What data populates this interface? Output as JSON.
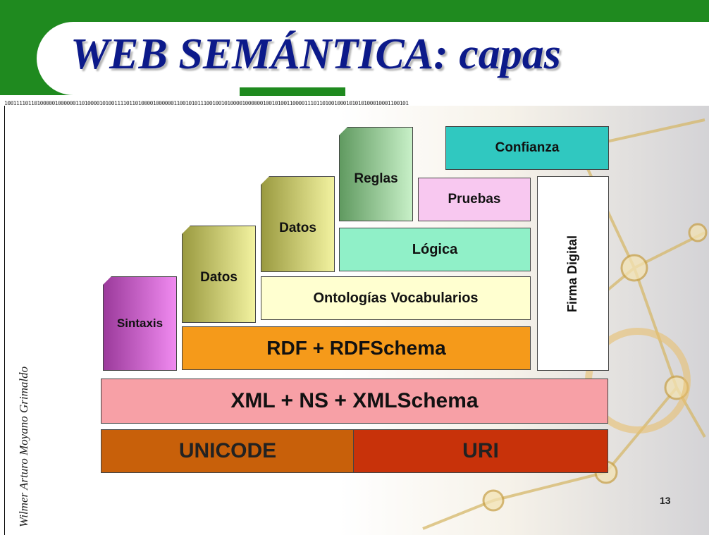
{
  "header": {
    "title": "WEB SEMÁNTICA: capas"
  },
  "binary_strip": "1001111011010000010000001101000010100111101101000010000001100101011100100101000010000001001010011000011101101001000101010100010001100101",
  "author": "Wilmer Arturo Moyano Grimaldo",
  "page_number": "13",
  "layers": {
    "unicode": "UNICODE",
    "uri": "URI",
    "xml": "XML + NS + XMLSchema",
    "rdf": "RDF + RDFSchema",
    "sintaxis": "Sintaxis",
    "datos1": "Datos",
    "ontologias": "Ontologías Vocabularios",
    "datos2": "Datos",
    "logica": "Lógica",
    "reglas": "Reglas",
    "pruebas": "Pruebas",
    "confianza": "Confianza",
    "firma": "Firma Digital"
  },
  "colors": {
    "unicode": "#c8600a",
    "uri": "#c8320a",
    "xml": "#f7a0a6",
    "rdf": "#f59a1a",
    "sintaxis": "#e070e0",
    "datos": "#eeeea0",
    "ontologias": "#ffffd0",
    "logica": "#90f0c8",
    "reglas": "#b0e8b0",
    "pruebas": "#f8c8f0",
    "confianza": "#30c8c0",
    "firma": "#ffffff"
  }
}
